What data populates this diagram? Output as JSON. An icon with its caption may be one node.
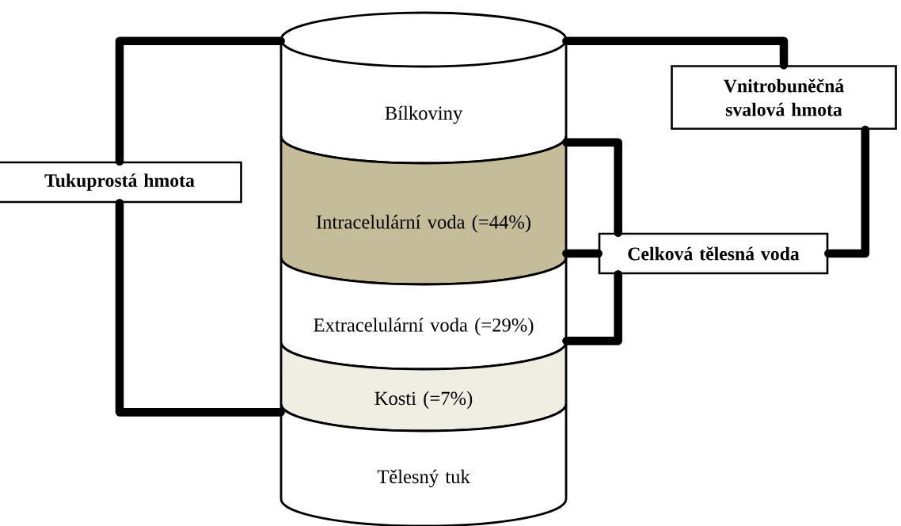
{
  "diagram": {
    "nodes": [
      {
        "text": [
          "Bílkoviny"
        ]
      },
      {
        "text": [
          "Intracelulární voda (=44%)"
        ]
      },
      {
        "text": [
          "Extracelulární voda (=29%)"
        ]
      },
      {
        "text": [
          "Kosti (=7%)"
        ]
      },
      {
        "text": [
          "Tělesný tuk"
        ]
      },
      {
        "text": [
          "Tukuprostá hmota"
        ]
      },
      {
        "text": [
          "Vnitrobuněčná svalová hmota"
        ]
      },
      {
        "text": [
          "Celková tělesná voda"
        ]
      }
    ],
    "edges": [
      {
        "from": 5,
        "to": 0,
        "arrow": "none"
      },
      {
        "from": 5,
        "to": 3,
        "arrow": "none"
      },
      {
        "from": 6,
        "to": 0,
        "arrow": "none"
      },
      {
        "from": 7,
        "to": 1,
        "arrow": "none"
      },
      {
        "from": 7,
        "to": 1,
        "arrow": "none"
      },
      {
        "from": 7,
        "to": 2,
        "arrow": "none"
      },
      {
        "from": 6,
        "to": 7,
        "arrow": "none"
      }
    ]
  }
}
